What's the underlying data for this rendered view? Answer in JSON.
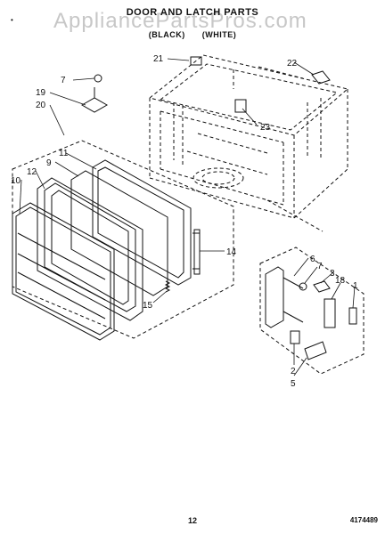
{
  "header": {
    "title": "DOOR AND LATCH PARTS",
    "subtitle": "",
    "variants": [
      "(BLACK)",
      "(WHITE)"
    ]
  },
  "watermark": "AppliancePartsPros.com",
  "callouts": [
    "1",
    "2",
    "3",
    "5",
    "6",
    "7",
    "9",
    "10",
    "11",
    "12",
    "14",
    "15",
    "18",
    "19",
    "20",
    "21",
    "22",
    "23"
  ],
  "footer": {
    "page_number": "12",
    "part_number": "4174489"
  },
  "colors": {
    "ink": "#111111",
    "watermark": "#9a9a9a",
    "background": "#ffffff"
  }
}
